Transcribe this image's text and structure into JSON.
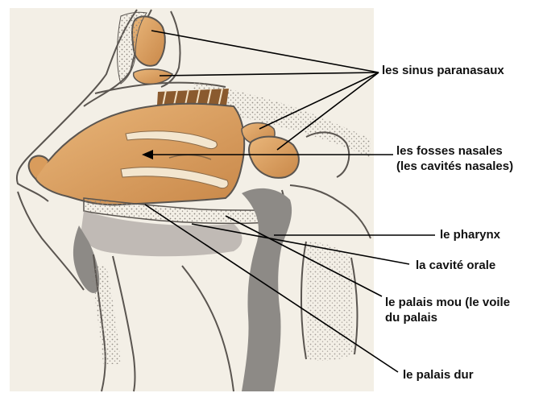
{
  "labels": {
    "sinus": "les sinus paranasaux",
    "fosses_line1": "les fosses nasales",
    "fosses_line2": "(les cavités nasales)",
    "pharynx": "le pharynx",
    "cavite_orale": "la cavité orale",
    "palais_mou_line1": "le palais mou (le voile",
    "palais_mou_line2": "du palais",
    "palais_dur": "le palais dur"
  },
  "colors": {
    "background": "#ffffff",
    "paper": "#f3efe6",
    "tissue": "#e0a968",
    "tissue_dark": "#c9864a",
    "bone_outline": "#5a5550",
    "stipple": "#8c8680",
    "airway_gray": "#8d8a86",
    "leader_line": "#000000"
  }
}
